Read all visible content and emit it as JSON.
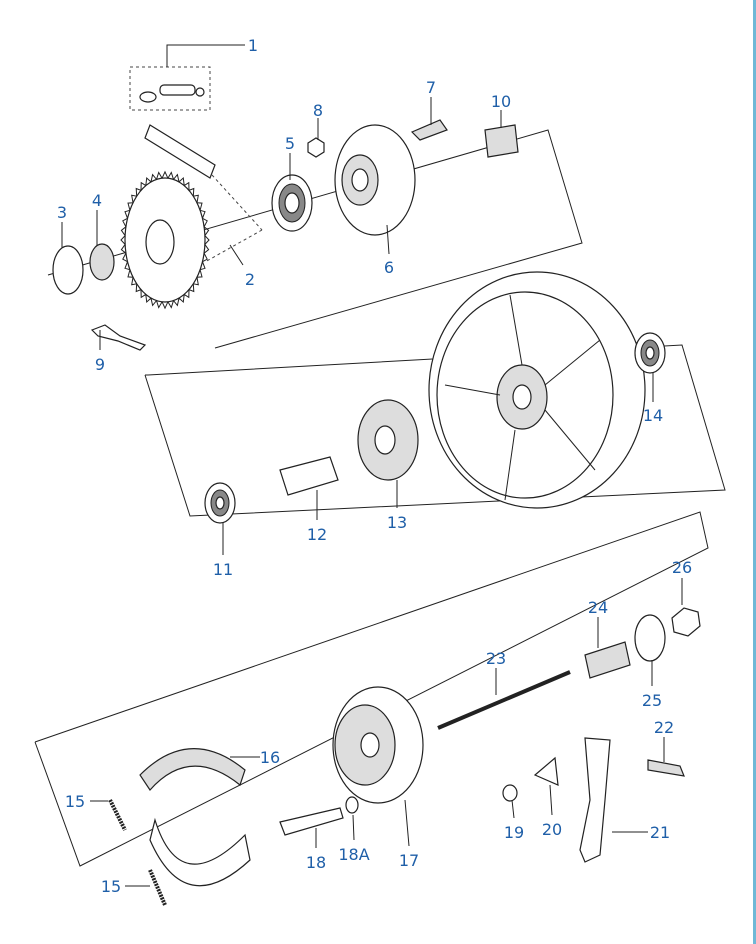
{
  "diagram": {
    "labels": [
      "1",
      "2",
      "3",
      "4",
      "5",
      "6",
      "7",
      "8",
      "9",
      "10",
      "11",
      "12",
      "13",
      "14",
      "15",
      "15",
      "16",
      "17",
      "18",
      "18A",
      "19",
      "20",
      "21",
      "22",
      "23",
      "24",
      "25",
      "26"
    ],
    "accent_color": "#1f5fa8",
    "edge_color": "#6fb8d6"
  }
}
